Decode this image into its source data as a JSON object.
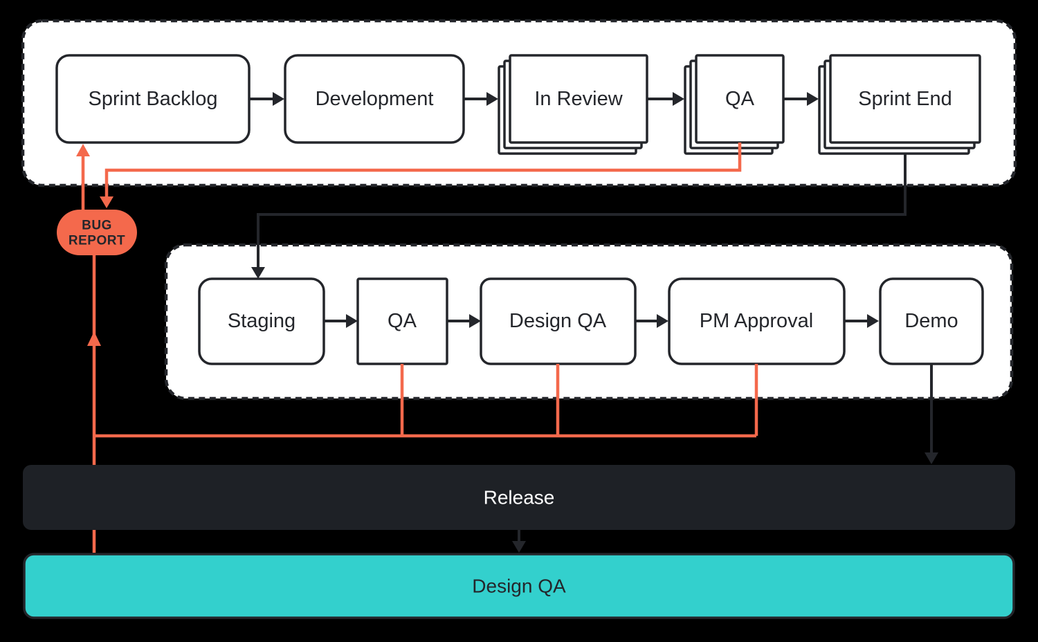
{
  "colors": {
    "background": "#000000",
    "lane_fill": "#ffffff",
    "node_fill": "#ffffff",
    "ink": "#24262b",
    "orange": "#f4694c",
    "teal": "#33d0cd",
    "release_fill": "#1e2126",
    "release_text": "#ffffff"
  },
  "sprint_lane": {
    "nodes": [
      {
        "label": "Sprint Backlog",
        "type": "rounded"
      },
      {
        "label": "Development",
        "type": "rounded"
      },
      {
        "label": "In Review",
        "type": "stack"
      },
      {
        "label": "QA",
        "type": "stack"
      },
      {
        "label": "Sprint End",
        "type": "stack"
      }
    ]
  },
  "review_lane": {
    "nodes": [
      {
        "label": "Staging",
        "type": "rounded"
      },
      {
        "label": "QA",
        "type": "square"
      },
      {
        "label": "Design QA",
        "type": "rounded",
        "highlight": true
      },
      {
        "label": "PM Approval",
        "type": "rounded"
      },
      {
        "label": "Demo",
        "type": "rounded"
      }
    ]
  },
  "bug_badge": {
    "line1": "BUG",
    "line2": "REPORT"
  },
  "release_bar": {
    "label": "Release"
  },
  "design_qa_bar": {
    "label": "Design QA"
  },
  "edges": [
    {
      "from": "Sprint Backlog",
      "to": "Development",
      "color": "ink"
    },
    {
      "from": "Development",
      "to": "In Review",
      "color": "ink"
    },
    {
      "from": "In Review",
      "to": "QA",
      "color": "ink"
    },
    {
      "from": "QA",
      "to": "Sprint End",
      "color": "ink"
    },
    {
      "from": "Sprint End",
      "to": "Staging",
      "color": "ink"
    },
    {
      "from": "Staging",
      "to": "QA",
      "color": "ink"
    },
    {
      "from": "QA",
      "to": "Design QA",
      "color": "ink"
    },
    {
      "from": "Design QA",
      "to": "PM Approval",
      "color": "ink"
    },
    {
      "from": "PM Approval",
      "to": "Demo",
      "color": "ink"
    },
    {
      "from": "Demo",
      "to": "Release",
      "color": "ink"
    },
    {
      "from": "Release",
      "to": "Design QA",
      "color": "ink"
    },
    {
      "from": "QA (sprint lane)",
      "to": "Bug Report",
      "color": "orange"
    },
    {
      "from": "Bug Report",
      "to": "Sprint Backlog",
      "color": "orange"
    },
    {
      "from": "QA (review lane)",
      "to": "Bug Report",
      "color": "orange"
    },
    {
      "from": "Design QA (review lane)",
      "to": "Bug Report",
      "color": "orange"
    },
    {
      "from": "PM Approval",
      "to": "Bug Report",
      "color": "orange"
    },
    {
      "from": "Design QA (bar)",
      "to": "Bug Report",
      "color": "orange"
    }
  ]
}
